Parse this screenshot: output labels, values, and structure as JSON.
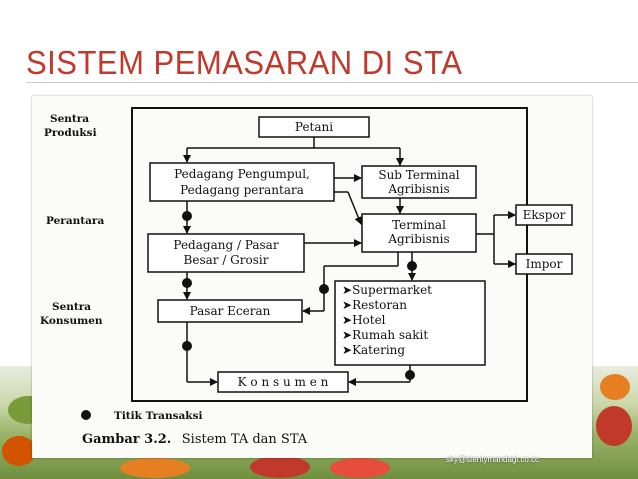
{
  "slide": {
    "title": "SISTEM PEMASARAN DI STA"
  },
  "diagram": {
    "side_labels": {
      "produksi": [
        "Sentra",
        "Produksi"
      ],
      "perantara": "Perantara",
      "konsumen": [
        "Sentra",
        "Konsumen"
      ]
    },
    "nodes": {
      "petani": "Petani",
      "pengumpul": [
        "Pedagang Pengumpul,",
        "Pedagang perantara"
      ],
      "sub_terminal": [
        "Sub Terminal",
        "Agribisnis"
      ],
      "terminal": [
        "Terminal",
        "Agribisnis"
      ],
      "ekspor": "Ekspor",
      "impor": "Impor",
      "pasar_besar": [
        "Pedagang / Pasar",
        "Besar / Grosir"
      ],
      "pasar_eceran": "Pasar Eceran",
      "konsumen": "K o n s u m e n",
      "retail_list": [
        "Supermarket",
        "Restoran",
        "Hotel",
        "Rumah sakit",
        "Katering"
      ]
    },
    "legend": "Titik Transaksi",
    "caption_bold": "Gambar 3.2.",
    "caption_text": "Sistem TA  dan STA"
  },
  "watermark": "sky@stentymandagi.co.cc"
}
